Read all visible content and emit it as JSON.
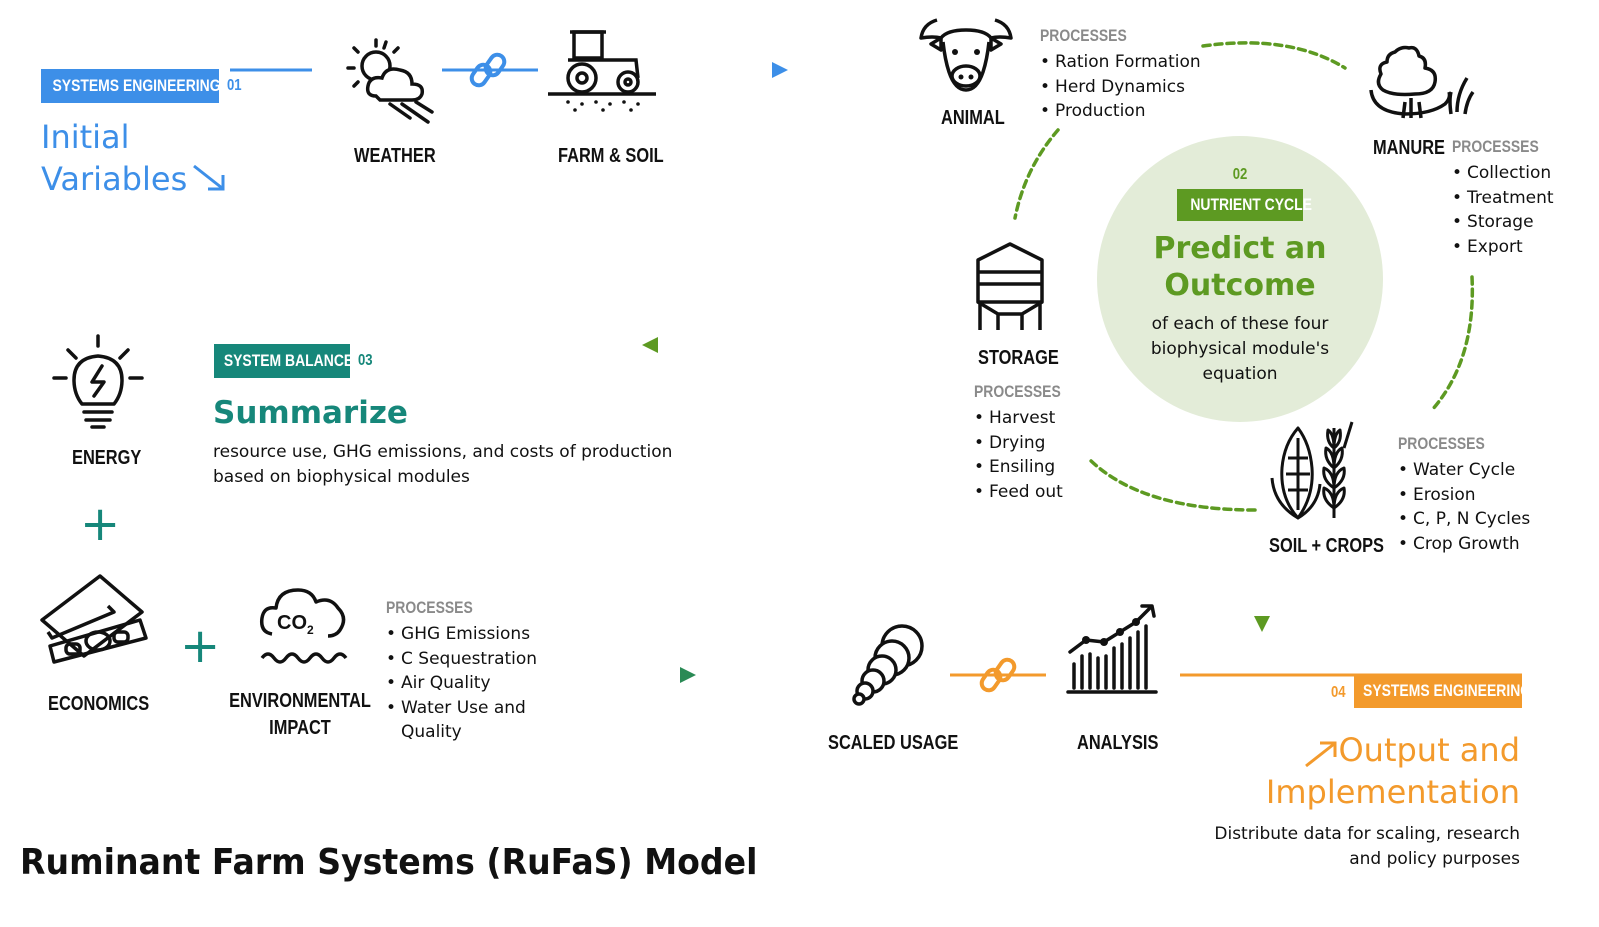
{
  "title": "Ruminant Farm Systems (RuFaS) Model",
  "colors": {
    "blue": "#3d8fe8",
    "green": "#5d9a22",
    "teal": "#16877a",
    "orange": "#f39a2c",
    "circle_bg": "#e3ecd8"
  },
  "stage1": {
    "tag": "SYSTEMS ENGINEERING",
    "num": "01",
    "heading_line1": "Initial",
    "heading_line2": "Variables"
  },
  "stage2": {
    "num": "02",
    "tag": "NUTRIENT CYCLE",
    "heading_line1": "Predict an",
    "heading_line2": "Outcome",
    "desc_line1": "of each of these four",
    "desc_line2": "biophysical module's",
    "desc_line3": "equation"
  },
  "stage3": {
    "tag": "SYSTEM BALANCE",
    "num": "03",
    "heading": "Summarize",
    "desc_line1": "resource use, GHG emissions, and costs of production",
    "desc_line2": "based on biophysical modules"
  },
  "stage4": {
    "num": "04",
    "tag": "SYSTEMS ENGINEERING",
    "heading_line1": "Output and",
    "heading_line2": "Implementation",
    "desc_line1": "Distribute data for scaling, research",
    "desc_line2": "and policy purposes"
  },
  "processes_label": "PROCESSES",
  "labels": {
    "weather": "WEATHER",
    "farm_soil": "FARM & SOIL",
    "animal": "ANIMAL",
    "manure": "MANURE",
    "storage": "STORAGE",
    "soil_crops": "SOIL + CROPS",
    "energy": "ENERGY",
    "economics": "ECONOMICS",
    "env_impact_line1": "ENVIRONMENTAL",
    "env_impact_line2": "IMPACT",
    "scaled_usage": "SCALED USAGE",
    "analysis": "ANALYSIS",
    "co2": "CO",
    "co2_sub": "2"
  },
  "processes": {
    "animal": [
      "Ration Formation",
      "Herd Dynamics",
      "Production"
    ],
    "manure": [
      "Collection",
      "Treatment",
      "Storage",
      "Export"
    ],
    "storage": [
      "Harvest",
      "Drying",
      "Ensiling",
      "Feed out"
    ],
    "soil_crops": [
      "Water Cycle",
      "Erosion",
      "C, P, N Cycles",
      "Crop Growth"
    ],
    "environmental": [
      "GHG Emissions",
      "C Sequestration",
      "Air Quality",
      "Water Use and",
      "Quality"
    ]
  },
  "plus_signs": [
    "+",
    "+"
  ],
  "icons": [
    "weather-icon",
    "link-icon",
    "tractor-icon",
    "cow-icon",
    "manure-icon",
    "storage-silo-icon",
    "crops-icon",
    "lightbulb-icon",
    "money-icon",
    "co2-cloud-icon",
    "scaled-usage-icon",
    "analysis-chart-icon"
  ]
}
